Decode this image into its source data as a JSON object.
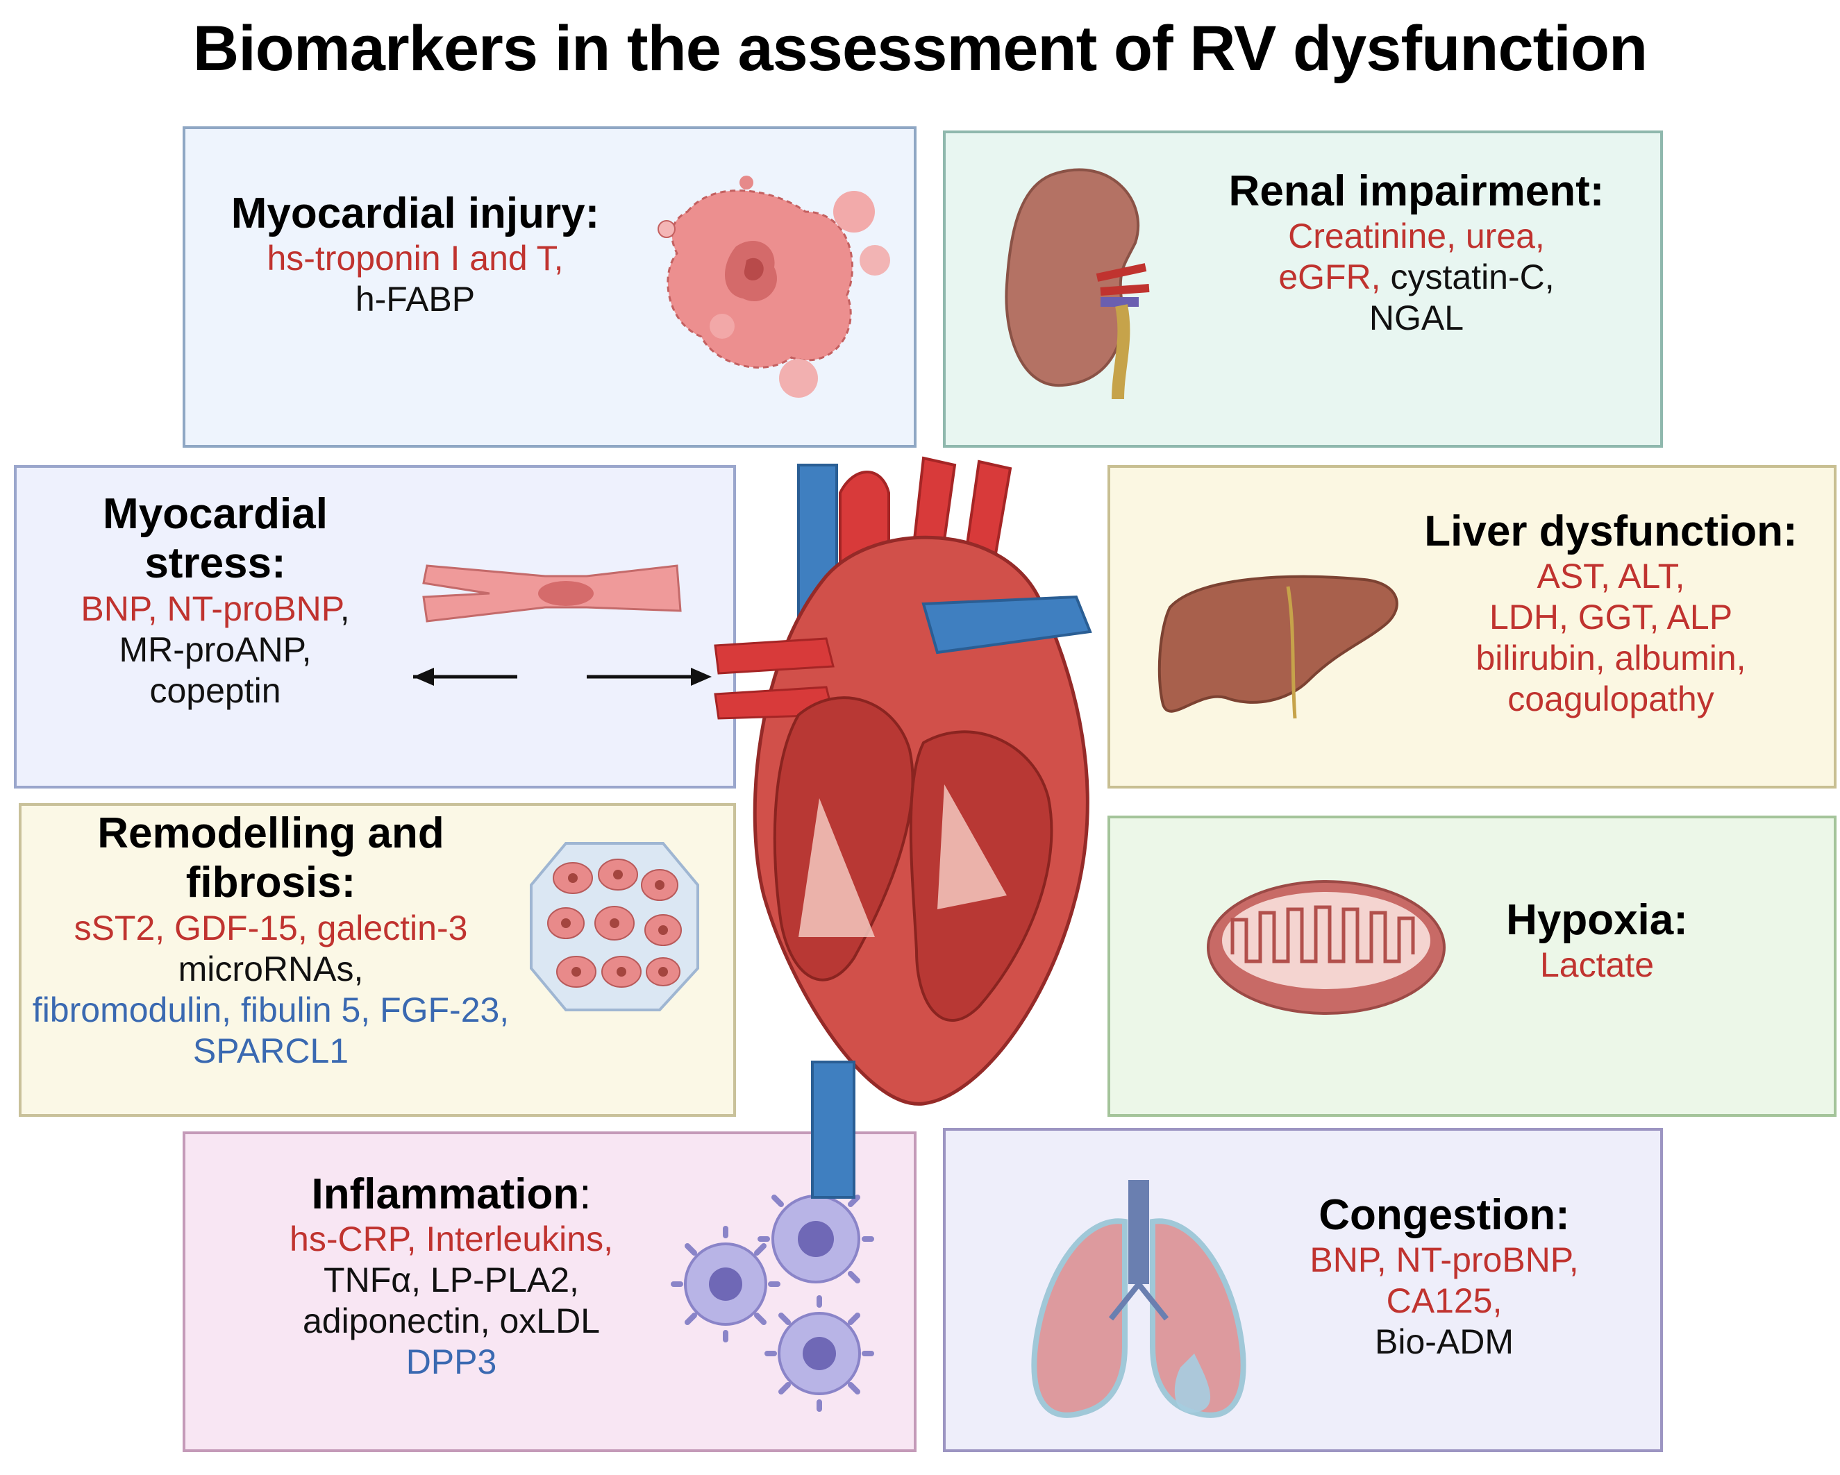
{
  "title": "Biomarkers in the assessment of RV dysfunction",
  "colors": {
    "red_marker": "#c0332f",
    "black_marker": "#111111",
    "blue_marker": "#3a69b1"
  },
  "boxes": {
    "myocardial_injury": {
      "heading": "Myocardial injury:",
      "red": "hs-troponin I and T,",
      "black": "h-FABP",
      "icon": "necrotic-cell-icon"
    },
    "renal_impairment": {
      "heading": "Renal impairment:",
      "red1": "Creatinine, urea,",
      "red2": "eGFR,",
      "black1": "cystatin-C,",
      "black2": "NGAL",
      "icon": "kidney-icon"
    },
    "myocardial_stress": {
      "heading1": "Myocardial",
      "heading2": "stress:",
      "red": "BNP, NT-proBNP",
      "black_sep": ",",
      "black1": "MR-proANP,",
      "black2": "copeptin",
      "icon": "stretched-myocyte-icon"
    },
    "liver_dysfunction": {
      "heading": "Liver dysfunction:",
      "line1": "AST, ALT,",
      "line2": "LDH, GGT, ALP",
      "line3": "bilirubin, albumin,",
      "line4": "coagulopathy",
      "icon": "liver-icon"
    },
    "remodelling_fibrosis": {
      "heading1": "Remodelling and",
      "heading2": "fibrosis:",
      "red": "sST2, GDF-15, galectin-3",
      "black": "microRNAs,",
      "blue1": "fibromodulin, fibulin 5, FGF-23,",
      "blue2": "SPARCL1",
      "icon": "fibrotic-tissue-icon"
    },
    "hypoxia": {
      "heading": "Hypoxia:",
      "red": "Lactate",
      "icon": "mitochondrion-icon"
    },
    "inflammation": {
      "heading": "Inflammation",
      "heading_colon": ":",
      "red": "hs-CRP, Interleukins,",
      "black1": "TNFα, LP-PLA2,",
      "black2": "adiponectin, oxLDL",
      "blue": "DPP3",
      "icon": "immune-cell-icon"
    },
    "congestion": {
      "heading": "Congestion:",
      "red1": "BNP, NT-proBNP,",
      "red2": "CA125,",
      "black": "Bio-ADM",
      "icon": "lungs-icon"
    }
  },
  "center_icon": "heart-cross-section-icon"
}
